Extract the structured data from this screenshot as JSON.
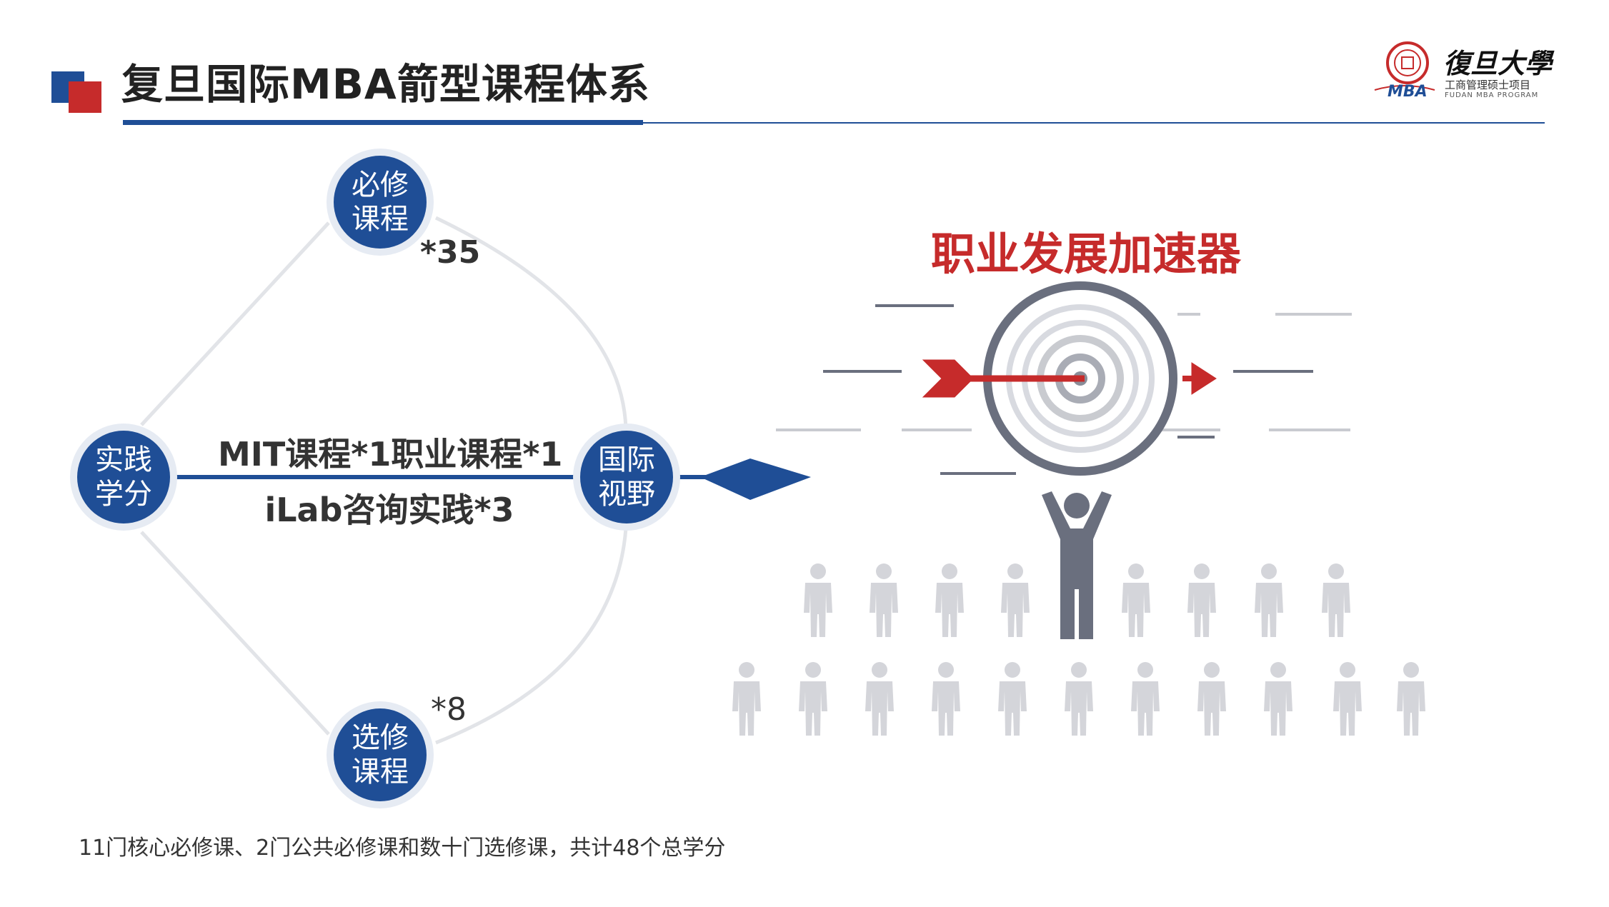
{
  "title": "复旦国际MBA箭型课程体系",
  "logo": {
    "name": "復旦大學",
    "mba": "MBA",
    "subtitle_cn": "工商管理硕士项目",
    "subtitle_en": "FUDAN MBA PROGRAM"
  },
  "diagram": {
    "nodes": {
      "required": [
        "必修",
        "课程"
      ],
      "practice": [
        "实践",
        "学分"
      ],
      "international": [
        "国际",
        "视野"
      ],
      "elective": [
        "选修",
        "课程"
      ]
    },
    "badges": {
      "required": "*35",
      "elective": "*8"
    },
    "center_lines": [
      "MIT课程*1职业课程*1",
      "iLab咨询实践*3"
    ]
  },
  "career": {
    "title": "职业发展加速器"
  },
  "footnote": "11门核心必修课、2门公共必修课和数十门选修课，共计48个总学分",
  "colors": {
    "navy": "#1f4e96",
    "red": "#c62b2b",
    "gray": "#c9cbd0",
    "dark_gray": "#6a6f7e"
  }
}
